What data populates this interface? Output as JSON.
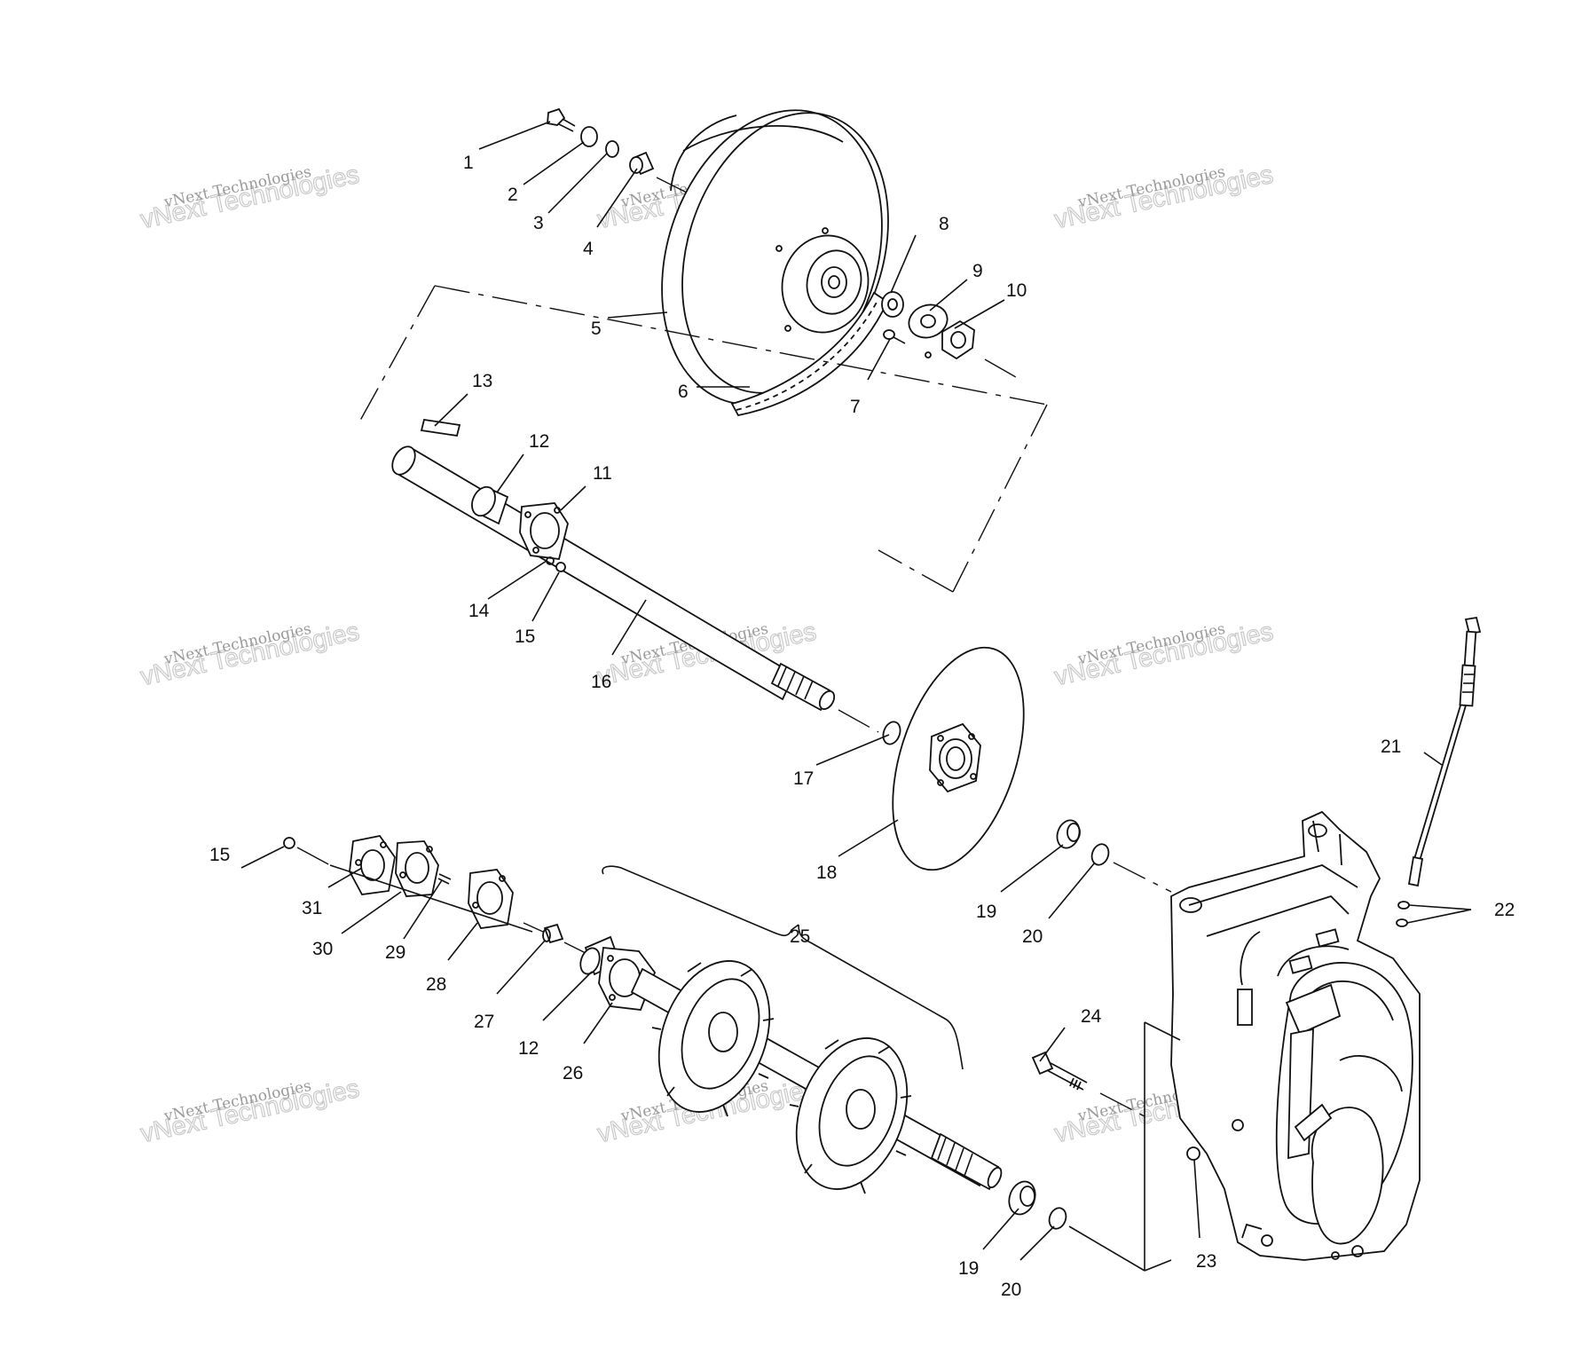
{
  "watermark": {
    "line1": "vNext Technologies",
    "line2": "vNext Technologies"
  },
  "callouts": [
    {
      "id": "c1",
      "text": "1"
    },
    {
      "id": "c2",
      "text": "2"
    },
    {
      "id": "c3",
      "text": "3"
    },
    {
      "id": "c4",
      "text": "4"
    },
    {
      "id": "c5",
      "text": "5"
    },
    {
      "id": "c6",
      "text": "6"
    },
    {
      "id": "c7",
      "text": "7"
    },
    {
      "id": "c8",
      "text": "8"
    },
    {
      "id": "c9",
      "text": "9"
    },
    {
      "id": "c10",
      "text": "10"
    },
    {
      "id": "c11",
      "text": "11"
    },
    {
      "id": "c12a",
      "text": "12"
    },
    {
      "id": "c13",
      "text": "13"
    },
    {
      "id": "c14",
      "text": "14"
    },
    {
      "id": "c15a",
      "text": "15"
    },
    {
      "id": "c16",
      "text": "16"
    },
    {
      "id": "c17",
      "text": "17"
    },
    {
      "id": "c18",
      "text": "18"
    },
    {
      "id": "c19a",
      "text": "19"
    },
    {
      "id": "c20a",
      "text": "20"
    },
    {
      "id": "c21",
      "text": "21"
    },
    {
      "id": "c22",
      "text": "22"
    },
    {
      "id": "c15b",
      "text": "15"
    },
    {
      "id": "c31",
      "text": "31"
    },
    {
      "id": "c30",
      "text": "30"
    },
    {
      "id": "c29",
      "text": "29"
    },
    {
      "id": "c28",
      "text": "28"
    },
    {
      "id": "c27",
      "text": "27"
    },
    {
      "id": "c12b",
      "text": "12"
    },
    {
      "id": "c26",
      "text": "26"
    },
    {
      "id": "c25",
      "text": "25"
    },
    {
      "id": "c24",
      "text": "24"
    },
    {
      "id": "c23",
      "text": "23"
    },
    {
      "id": "c19b",
      "text": "19"
    },
    {
      "id": "c20b",
      "text": "20"
    }
  ]
}
